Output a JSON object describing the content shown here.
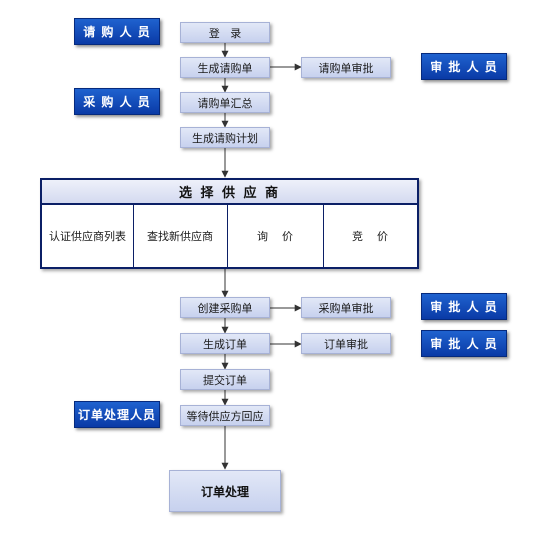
{
  "steps": {
    "login": "登   录",
    "gen_request": "生成请购单",
    "request_approval": "请购单审批",
    "request_summary": "请购单汇总",
    "gen_plan": "生成请购计划",
    "create_po": "创建采购单",
    "po_approval": "采购单审批",
    "gen_order": "生成订单",
    "order_approval": "订单审批",
    "submit_order": "提交订单",
    "wait_response": "等待供应方回应",
    "order_processing": "订单处理"
  },
  "roles": {
    "requester": "请 购 人 员",
    "approver_1": "审 批 人 员",
    "purchaser": "采 购 人 员",
    "approver_2": "审 批 人 员",
    "approver_3": "审 批 人 员",
    "order_handler": "订单处理人员"
  },
  "supplier_selection": {
    "title": "选 择 供 应 商",
    "options": [
      "认证供应商列表",
      "查找新供应商",
      "询    价",
      "竞    价"
    ]
  },
  "colors": {
    "role_fill": "#0a3aa6",
    "step_fill": "#c7d1ee",
    "border_dark": "#0b1f66",
    "line": "#333333"
  }
}
